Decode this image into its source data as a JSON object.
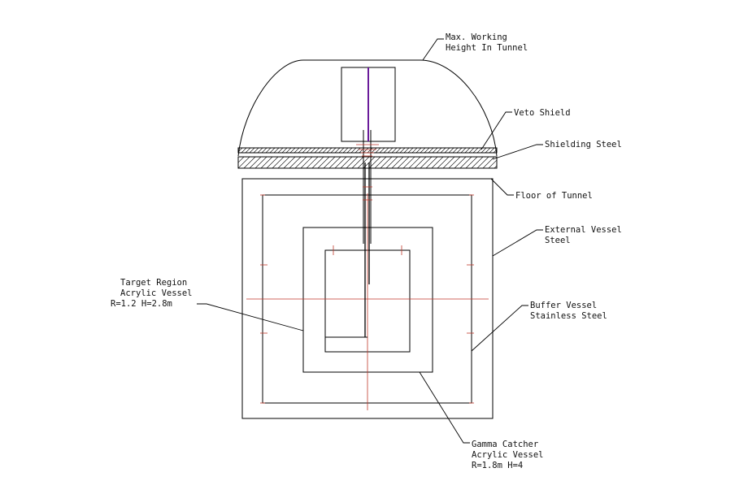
{
  "labels": {
    "max_height": [
      "Max. Working",
      "Height In Tunnel"
    ],
    "veto_shield": [
      "Veto Shield"
    ],
    "shielding_steel": [
      "Shielding Steel"
    ],
    "floor_tunnel": [
      "Floor of Tunnel"
    ],
    "external_vessel": [
      "External Vessel",
      "Steel"
    ],
    "buffer_vessel": [
      "Buffer Vessel",
      "Stainless Steel"
    ],
    "target_region": [
      "Target Region",
      "Acrylic Vessel",
      "R=1.2  H=2.8m"
    ],
    "gamma_catcher": [
      "Gamma Catcher",
      "Acrylic Vessel",
      "R=1.8m   H=4"
    ]
  },
  "colors": {
    "line": "#000000",
    "center_line": "#c0392b",
    "chimney_purple": "#6a1b9a",
    "background": "#ffffff"
  }
}
